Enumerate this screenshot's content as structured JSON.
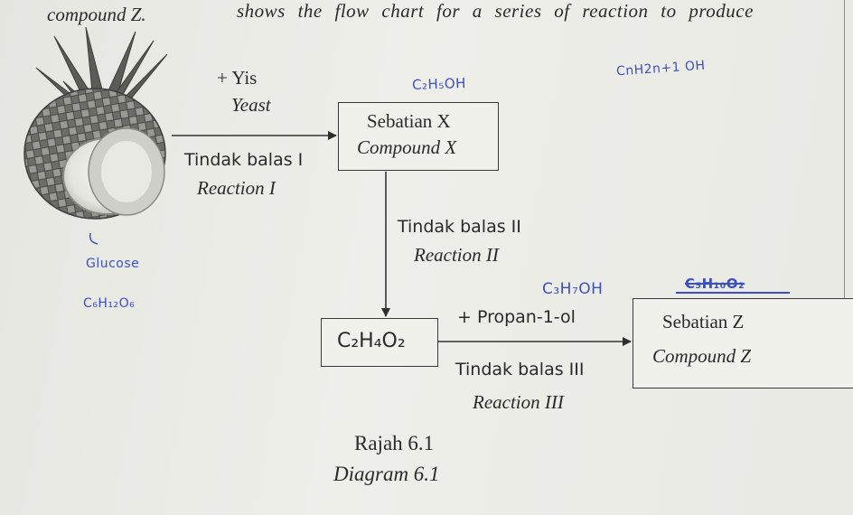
{
  "header": {
    "left": "compound Z.",
    "right": "shows the flow chart for a series of reaction to produce"
  },
  "reaction1": {
    "reagent": "+ Yis",
    "reagent_en": "Yeast",
    "label": "Tindak balas I",
    "label_en": "Reaction I"
  },
  "compound_x": {
    "label": "Sebatian X",
    "label_en": "Compound X"
  },
  "reaction2": {
    "label": "Tindak balas II",
    "label_en": "Reaction II"
  },
  "intermediate": {
    "formula": "C₂H₄O₂"
  },
  "reaction3": {
    "reagent": "+ Propan-1-ol",
    "label": "Tindak balas III",
    "label_en": "Reaction III"
  },
  "compound_z": {
    "label": "Sebatian Z",
    "label_en": "Compound Z"
  },
  "caption": {
    "label": "Rajah 6.1",
    "label_en": "Diagram 6.1"
  },
  "handwriting": {
    "note1": "C₂H₅OH",
    "note2": "CnH2n+1 OH",
    "note3": "C₃H₇OH",
    "note4": "C₅H₁₀O₂",
    "note5": "Glucose",
    "note6": "C₆H₁₂O₆"
  }
}
